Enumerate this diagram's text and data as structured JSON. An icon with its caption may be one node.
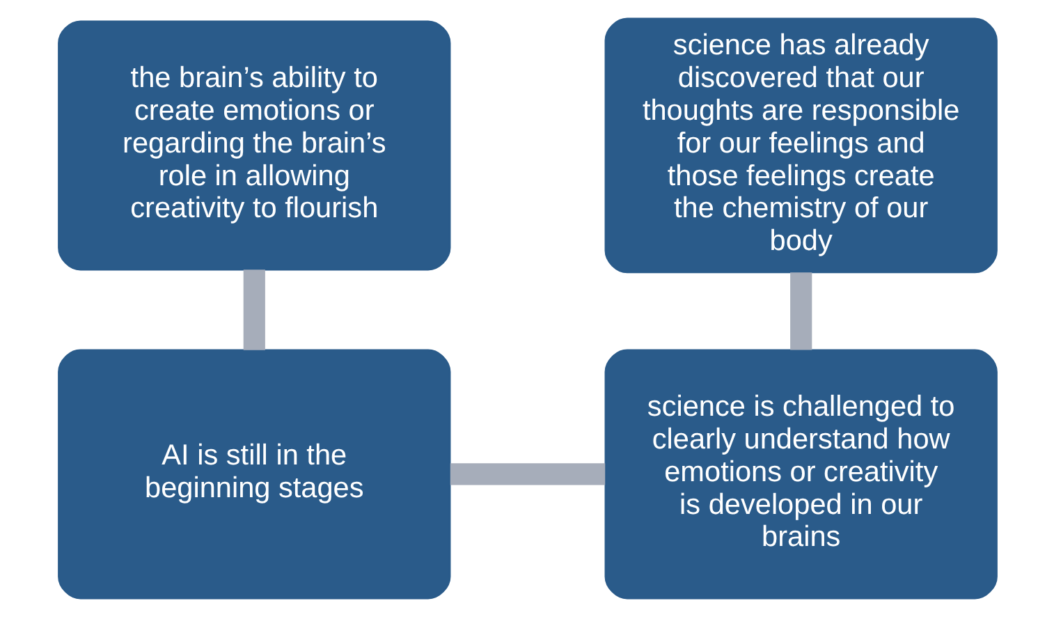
{
  "diagram": {
    "nodes": [
      {
        "text": [
          "the brain’s ability to create emotions or regarding the brain’s role in allowing creativity to flourish"
        ]
      },
      {
        "text": [
          "science has already discovered that our thoughts are responsible for our feelings and those feelings create the chemistry of our body"
        ]
      },
      {
        "text": [
          "AI is still in the beginning stages"
        ]
      },
      {
        "text": [
          "science is challenged to clearly understand how emotions or creativity is developed in our brains"
        ]
      }
    ],
    "edges": [
      {
        "from": 0,
        "to": 2,
        "arrow": "none",
        "color": "#a6adba"
      },
      {
        "from": 2,
        "to": 3,
        "arrow": "none",
        "color": "#a6adba"
      },
      {
        "from": 3,
        "to": 1,
        "arrow": "none",
        "color": "#a6adba"
      }
    ]
  }
}
